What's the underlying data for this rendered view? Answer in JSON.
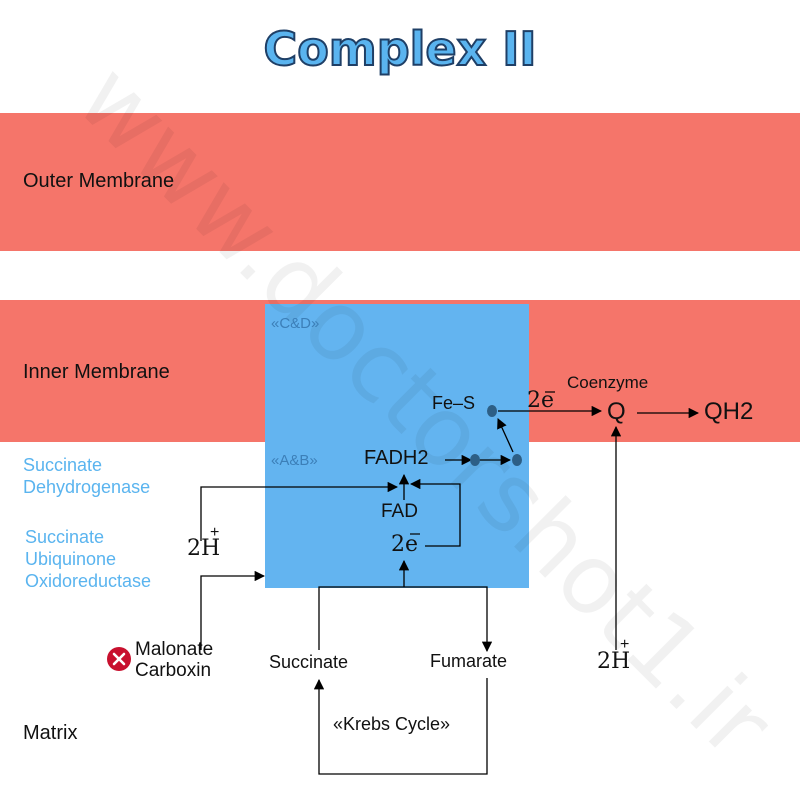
{
  "title": "Complex II",
  "watermark": "www.doctorshot1.ir",
  "labels": {
    "outer_membrane": "Outer Membrane",
    "inner_membrane": "Inner Membrane",
    "matrix": "Matrix"
  },
  "enzyme_names": [
    "Succinate",
    "Dehydrogenase",
    "Succinate",
    "Ubiquinone",
    "Oxidoreductase"
  ],
  "subunits": {
    "cd": "«C&D»",
    "ab": "«A&B»"
  },
  "molecules": {
    "fe_s": "Fe–S",
    "fadh2": "FADH2",
    "fad": "FAD",
    "two_e_inner": "2e",
    "two_e_top": "2e",
    "coenzyme": "Coenzyme",
    "q": "Q",
    "qh2": "QH2",
    "two_h_left": "2H",
    "two_h_right": "2H",
    "plus": "+",
    "succinate": "Succinate",
    "fumarate": "Fumarate",
    "krebs": "«Krebs Cycle»"
  },
  "inhibitors": [
    "Malonate",
    "Carboxin"
  ],
  "icons": {
    "inhibitor": "x-circle-icon"
  },
  "colors": {
    "membrane": "#f5756a",
    "complex": "#63b4f0",
    "title_fill": "#5ab4ef",
    "title_stroke": "#1f3f66",
    "enzyme_text": "#5ab4ef",
    "subunit_text": "#3c7fb8",
    "fes_cluster": "#2d5f86",
    "inhibitor": "#c8102e"
  }
}
